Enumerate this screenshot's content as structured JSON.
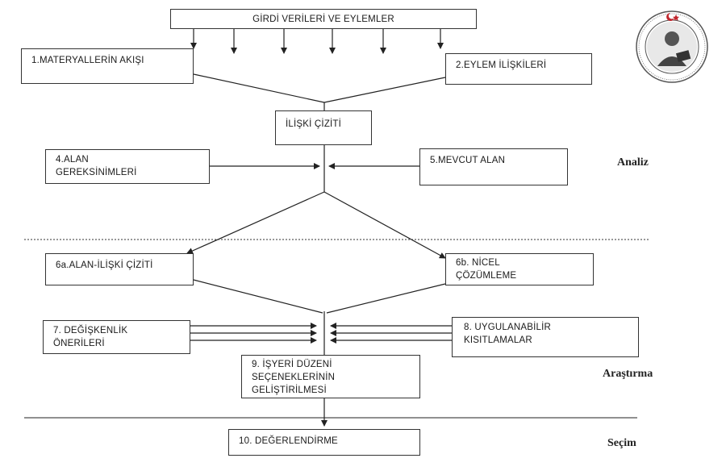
{
  "boxes": {
    "inputs": "GİRDİ VERİLERİ VE EYLEMLER",
    "material_flow": "1.MATERYALLERİN AKIŞI",
    "activity_relations": "2.EYLEM İLİŞKİLERİ",
    "relation_chart": "İLİŞKİ ÇİZİTİ",
    "space_requirements": "4.ALAN\nGEREKSİNİMLERİ",
    "available_space": "5.MEVCUT ALAN",
    "space_relation_chart": "6a.ALAN-İLİŞKİ ÇİZİTİ",
    "quantitative_analysis": "6b. NİCEL\nÇÖZÜMLEME",
    "variant_proposals": "7. DEĞİŞKENLİK\nÖNERİLERİ",
    "applicable_constraints": "8. UYGULANABİLİR\nKISITLAMALAR",
    "layout_alternatives": "9. İŞYERİ DÜZENİ\nSEÇENEKLERİNİN\nGELİŞTİRİLMESİ",
    "evaluation": "10. DEĞERLENDİRME"
  },
  "phases": {
    "analysis": "Analiz",
    "research": "Araştırma",
    "selection": "Seçim"
  },
  "logo": {
    "icon": "university-seal-icon"
  }
}
